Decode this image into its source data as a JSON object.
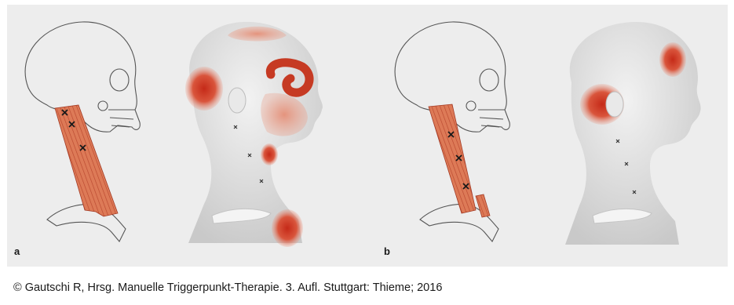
{
  "figure": {
    "panels": [
      {
        "label": "a"
      },
      {
        "label": "b"
      }
    ],
    "colors": {
      "background": "#ededed",
      "muscle": "#d96f4d",
      "pain_zone_strong": "#c8321e",
      "pain_zone_light": "#e39a83",
      "head": "#d9d9d9",
      "outline": "#4a4a4a"
    }
  },
  "credit": "© Gautschi R, Hrsg. Manuelle Triggerpunkt-Therapie. 3. Aufl. Stuttgart: Thieme; 2016"
}
